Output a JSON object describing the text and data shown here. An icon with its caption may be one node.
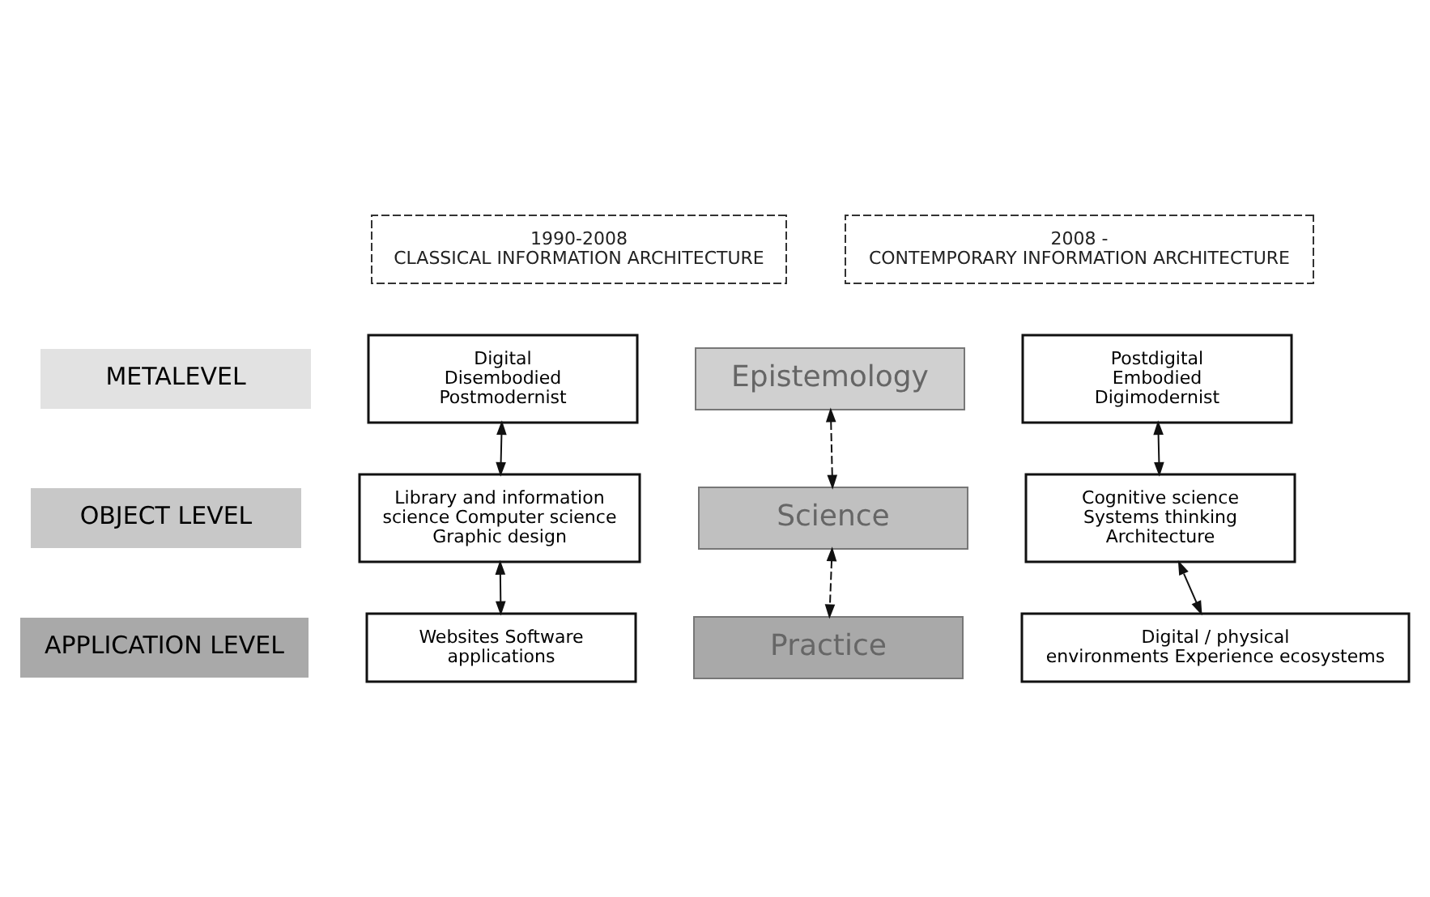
{
  "diagram": {
    "nodes": [
      {
        "text": [
          "1990-2008",
          "CLASSICAL INFORMATION ARCHITECTURE"
        ]
      },
      {
        "text": [
          "2008 -",
          "CONTEMPORARY INFORMATION ARCHITECTURE"
        ]
      },
      {
        "text": [
          "METALEVEL"
        ]
      },
      {
        "text": [
          "OBJECT LEVEL"
        ]
      },
      {
        "text": [
          "APPLICATION LEVEL"
        ]
      },
      {
        "text": [
          "Digital Disembodied Postmodernist"
        ]
      },
      {
        "text": [
          "Epistemology"
        ]
      },
      {
        "text": [
          "Postdigital Embodied Digimodernist"
        ]
      },
      {
        "text": [
          "Library and information science Computer science Graphic design"
        ]
      },
      {
        "text": [
          "Science"
        ]
      },
      {
        "text": [
          "Cognitive science Systems thinking Architecture"
        ]
      },
      {
        "text": [
          "Websites Software applications"
        ]
      },
      {
        "text": [
          "Practice"
        ]
      },
      {
        "text": [
          "Digital / physical environments Experience ecosystems"
        ]
      }
    ],
    "edges": [
      {
        "from": 5,
        "to": 8,
        "arrow": "both"
      },
      {
        "from": 8,
        "to": 11,
        "arrow": "both"
      },
      {
        "from": 6,
        "to": 9,
        "arrow": "both",
        "style": "dashed"
      },
      {
        "from": 9,
        "to": 12,
        "arrow": "both",
        "style": "dashed"
      },
      {
        "from": 7,
        "to": 10,
        "arrow": "both"
      },
      {
        "from": 10,
        "to": 13,
        "arrow": "both"
      }
    ]
  }
}
